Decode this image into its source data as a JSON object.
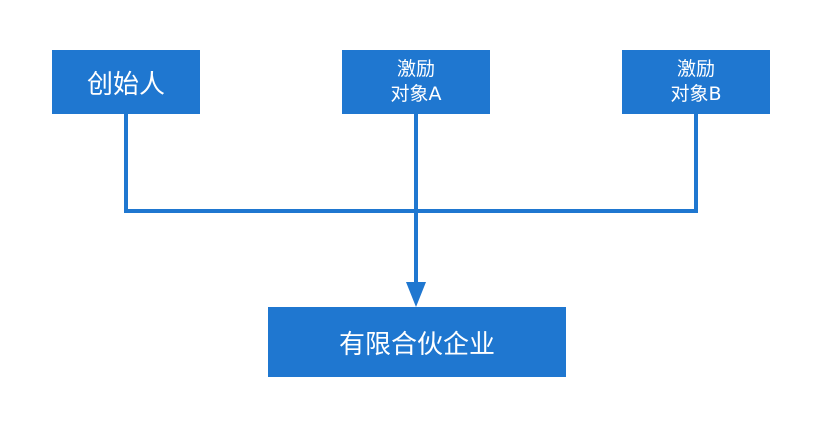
{
  "colors": {
    "accent": "#1f77d0",
    "text": "#ffffff",
    "background": "#ffffff"
  },
  "nodes": {
    "founder": {
      "label": "创始人"
    },
    "incentive_a": {
      "line1": "激励",
      "line2": "对象A"
    },
    "incentive_b": {
      "line1": "激励",
      "line2": "对象B"
    },
    "target": {
      "label": "有限合伙企业"
    }
  }
}
